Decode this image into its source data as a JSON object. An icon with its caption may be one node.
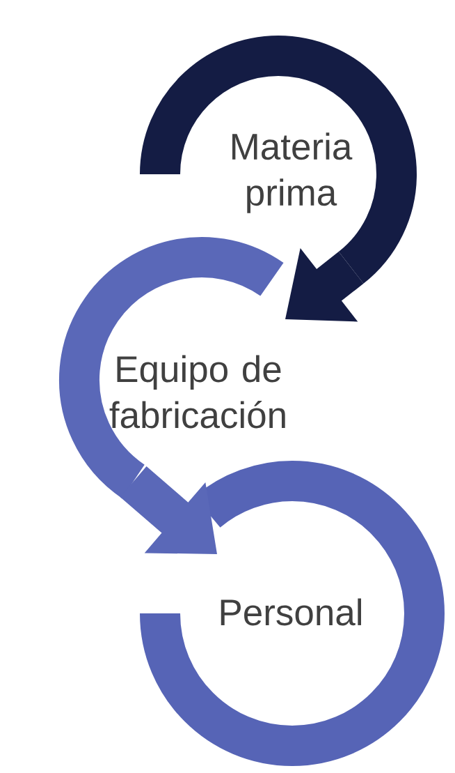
{
  "diagram": {
    "nodes": [
      {
        "text": [
          "Materia prima"
        ]
      },
      {
        "text": [
          "Equipo de fabricación"
        ]
      },
      {
        "text": [
          "Personal"
        ]
      }
    ],
    "edges": [
      {
        "from": 0,
        "to": 1,
        "arrow": "to",
        "color": "#141c44"
      },
      {
        "from": 1,
        "to": 2,
        "arrow": "to",
        "color": "#5a68b8"
      }
    ]
  }
}
